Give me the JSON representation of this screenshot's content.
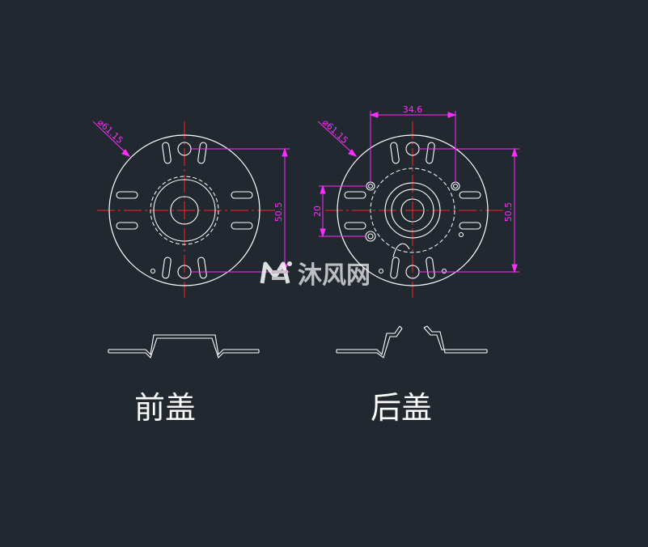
{
  "drawing": {
    "front_cover": {
      "label": "前盖",
      "diameter_label": "⌀61.15",
      "height_dim": "50.5"
    },
    "rear_cover": {
      "label": "后盖",
      "diameter_label": "⌀61.15",
      "height_dim": "50.5",
      "width_dim": "34.6",
      "hole_spacing_dim": "20"
    }
  },
  "watermark": {
    "text": "沐风网"
  },
  "colors": {
    "background": "#212830",
    "outline": "#ffffff",
    "centerline": "#ff2020",
    "dimension": "#ff2cff"
  }
}
